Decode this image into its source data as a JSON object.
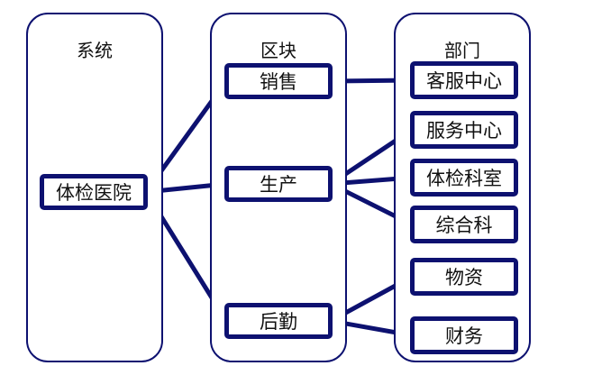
{
  "colors": {
    "stroke": "#0d1170",
    "text": "#111111",
    "background": "#ffffff"
  },
  "columns": {
    "system": {
      "title": "系统"
    },
    "block": {
      "title": "区块"
    },
    "department": {
      "title": "部门"
    }
  },
  "nodes": {
    "hospital": "体检医院",
    "sales": "销售",
    "production": "生产",
    "logistics": "后勤",
    "customer_service": "客服中心",
    "service_center": "服务中心",
    "exam_room": "体检科室",
    "general_dept": "综合科",
    "supplies": "物资",
    "finance": "财务"
  },
  "edges": [
    [
      "hospital",
      "sales"
    ],
    [
      "hospital",
      "production"
    ],
    [
      "hospital",
      "logistics"
    ],
    [
      "sales",
      "customer_service"
    ],
    [
      "production",
      "service_center"
    ],
    [
      "production",
      "exam_room"
    ],
    [
      "production",
      "general_dept"
    ],
    [
      "logistics",
      "supplies"
    ],
    [
      "logistics",
      "finance"
    ]
  ]
}
